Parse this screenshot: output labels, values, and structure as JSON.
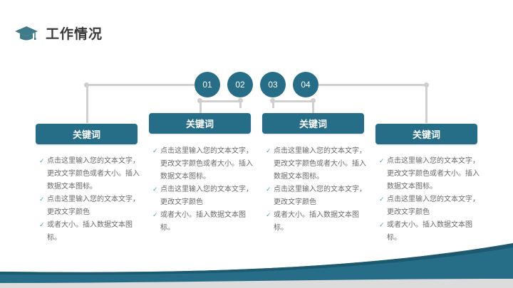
{
  "header": {
    "title": "工作情况",
    "icon": "graduation-cap-icon"
  },
  "colors": {
    "accent": "#266e88",
    "connector": "#d0d0d0",
    "text": "#6a6a6a",
    "check": "#4fa6b4"
  },
  "steps": [
    {
      "number": "01"
    },
    {
      "number": "02"
    },
    {
      "number": "03"
    },
    {
      "number": "04"
    }
  ],
  "columns": [
    {
      "keyword": "关键词",
      "items": [
        "点击这里输入您的文本文字，更改文字颜色或者大小。插入数据文本图标。",
        "点击这里输入您的文本文字，更改文字颜色",
        "或者大小。插入数据文本图标。"
      ]
    },
    {
      "keyword": "关键词",
      "items": [
        "点击这里输入您的文本文字，更改文字颜色或者大小。插入数据文本图标。",
        "点击这里输入您的文本文字，更改文字颜色",
        "或者大小。插入数据文本图标。"
      ]
    },
    {
      "keyword": "关键词",
      "items": [
        "点击这里输入您的文本文字，更改文字颜色或者大小。插入数据文本图标。",
        "点击这里输入您的文本文字，更改文字颜色",
        "或者大小。插入数据文本图标。"
      ]
    },
    {
      "keyword": "关键词",
      "items": [
        "点击这里输入您的文本文字，更改文字颜色或者大小。插入数据文本图标。",
        "点击这里输入您的文本文字，更改文字颜色",
        "或者大小。插入数据文本图标。"
      ]
    }
  ],
  "check_glyph": "✓"
}
